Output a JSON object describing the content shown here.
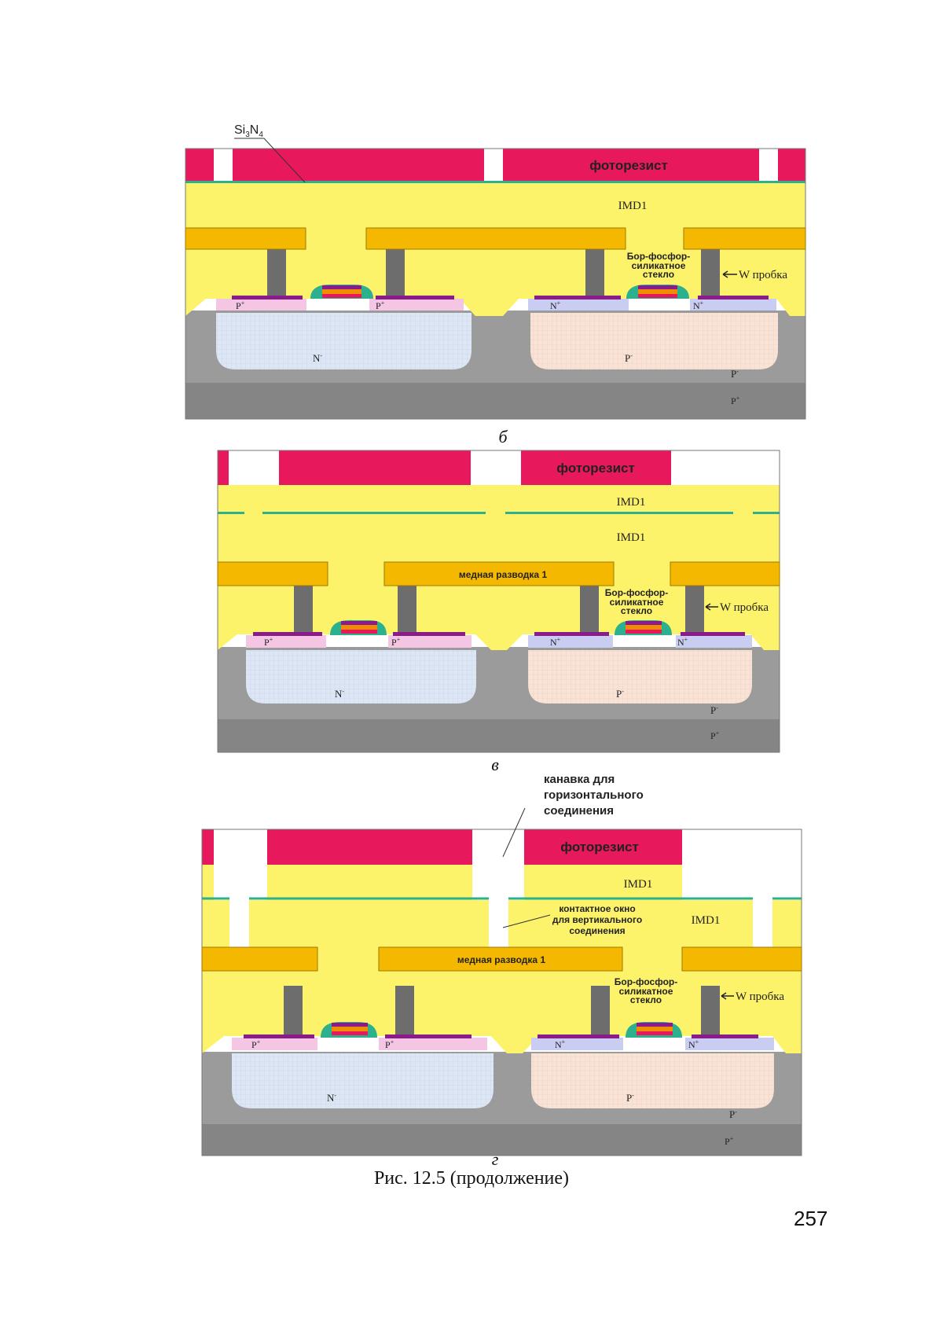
{
  "colors": {
    "photoresist": "#e8185c",
    "imd": "#fdf36a",
    "bpsg": "#fdf36a",
    "copper": "#f5b800",
    "tungsten": "#6d6d6d",
    "substrate_light": "#9b9b9b",
    "substrate_dark": "#858585",
    "nwell": "#dde6f5",
    "pwell": "#f8e3d6",
    "p_plus": "#f5c6e4",
    "n_plus": "#c9cdf2",
    "silicide": "#8b1a8b",
    "nitride": "#2db08d",
    "gate_poly": "#e8185c",
    "gate_top": "#f08c00"
  },
  "icons": [
    "arrow-pointer-icon"
  ],
  "panels": [
    {
      "id": "b",
      "sublabel": "б",
      "labels": {
        "si3n4": "Si",
        "si3n4_sub1": "3",
        "si3n4_mid": "N",
        "si3n4_sub2": "4",
        "photoresist": "фоторезист",
        "imd1": "IMD1",
        "bpsg1": "Бор-фосфор-",
        "bpsg2": "силикатное",
        "bpsg3": "стекло",
        "w_plug": "W пробка",
        "p_plus_left": "P",
        "p_plus_right": "P",
        "n_plus_left": "N",
        "n_plus_right": "N",
        "nwell": "N",
        "pwell": "P",
        "p_minus": "P",
        "p_plus_sub": "P",
        "sup_plus": "+",
        "sup_minus": "-"
      }
    },
    {
      "id": "v",
      "sublabel": "в",
      "labels": {
        "photoresist": "фоторезист",
        "imd1_top": "IMD1",
        "imd1_bottom": "IMD1",
        "copper1": "медная разводка 1",
        "bpsg1": "Бор-фосфор-",
        "bpsg2": "силикатное",
        "bpsg3": "стекло",
        "w_plug": "W пробка",
        "p_plus_left": "P",
        "p_plus_right": "P",
        "n_plus_left": "N",
        "n_plus_right": "N",
        "nwell": "N",
        "pwell": "P",
        "p_minus": "P",
        "p_plus_sub": "P",
        "sup_plus": "+",
        "sup_minus": "-"
      }
    },
    {
      "id": "g",
      "sublabel": "г",
      "labels": {
        "trench1": "канавка для",
        "trench2": "горизонтального",
        "trench3": "соединения",
        "photoresist": "фоторезист",
        "imd1_top": "IMD1",
        "imd1_bottom": "IMD1",
        "via1": "контактное окно",
        "via2": "для вертикального",
        "via3": "соединения",
        "copper1": "медная разводка 1",
        "bpsg1": "Бор-фосфор-",
        "bpsg2": "силикатное",
        "bpsg3": "стекло",
        "w_plug": "W пробка",
        "p_plus_left": "P",
        "p_plus_right": "P",
        "n_plus_left": "N",
        "n_plus_right": "N",
        "nwell": "N",
        "pwell": "P",
        "p_minus": "P",
        "p_plus_sub": "P",
        "sup_plus": "+",
        "sup_minus": "-"
      }
    }
  ],
  "caption": "Рис. 12.5 (продолжение)",
  "page_number": "257"
}
